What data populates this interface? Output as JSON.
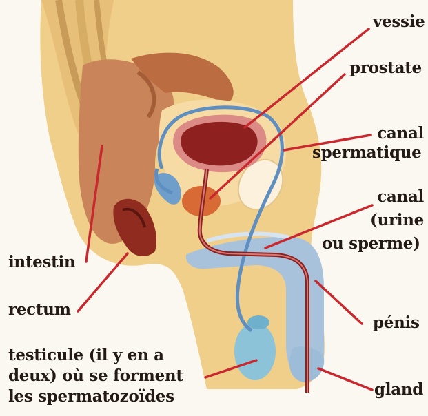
{
  "labels": {
    "vessie": "vessie",
    "prostate": "prostate",
    "canal_sperm_line1": "canal",
    "canal_sperm_line2": "spermatique",
    "canal_urine_line1": "canal",
    "canal_urine_line2": "(urine",
    "canal_urine_line3": "ou sperme)",
    "intestin": "intestin",
    "rectum": "rectum",
    "penis": "pénis",
    "testicule_line1": "testicule (il y en a",
    "testicule_line2": "deux) où se forment",
    "testicule_line3": "les spermatozoïdes",
    "gland": "gland"
  },
  "colors": {
    "background": "#fbf8f1",
    "skin": "#f0cf8a",
    "skin_dark": "#ddb56e",
    "muscle": "#b8673f",
    "rectum": "#8f2c1f",
    "bladder": "#8e2020",
    "bladder_rim": "#dc8a86",
    "prostate": "#d76a35",
    "duct_blue": "#5f8ec0",
    "penis_blue": "#a9c2dc",
    "testis": "#8cc3d9",
    "leader_line": "#c8282e",
    "text": "#231a16"
  }
}
